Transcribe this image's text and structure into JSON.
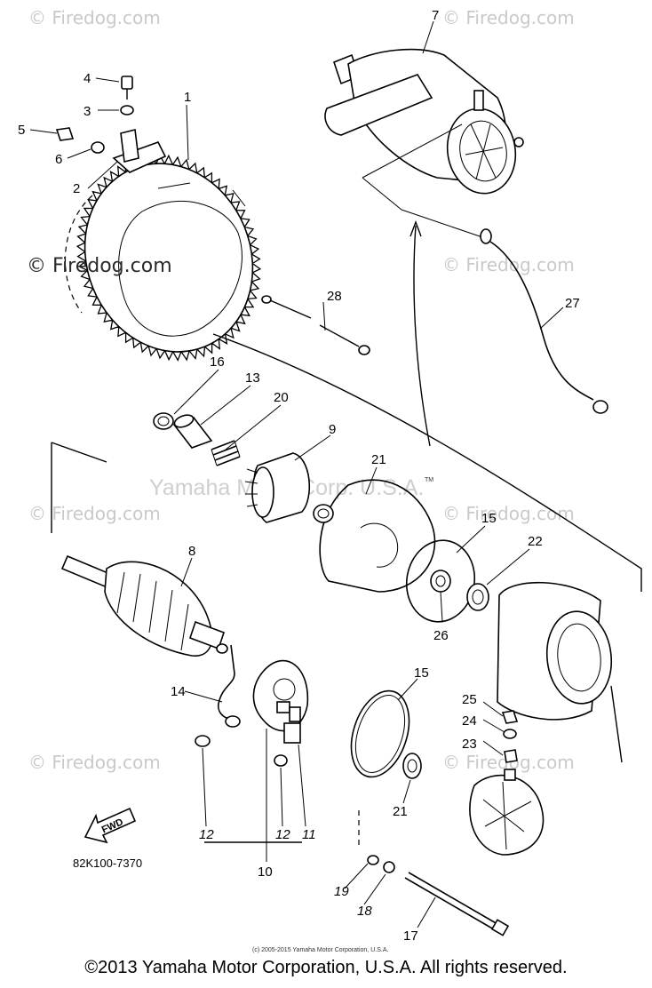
{
  "watermarks": {
    "firedog": "© Firedog.com",
    "firedog_dark": "© Firedog.com",
    "yamaha": "Yamaha Motor Corp. U.S.A.",
    "tm": "TM"
  },
  "diagram": {
    "code": "82K100-7370",
    "fwd_label": "FWD",
    "small_copyright": "(c) 2005-2015 Yamaha Motor Corporation, U.S.A.",
    "callouts": {
      "c1": "1",
      "c2": "2",
      "c3": "3",
      "c4": "4",
      "c5": "5",
      "c6": "6",
      "c7": "7",
      "c8": "8",
      "c9": "9",
      "c10": "10",
      "c11": "11",
      "c12a": "12",
      "c12b": "12",
      "c13": "13",
      "c14": "14",
      "c15a": "15",
      "c15b": "15",
      "c16": "16",
      "c17": "17",
      "c18": "18",
      "c19": "19",
      "c20": "20",
      "c21a": "21",
      "c21b": "21",
      "c22": "22",
      "c23": "23",
      "c24": "24",
      "c25": "25",
      "c26": "26",
      "c27": "27",
      "c28": "28"
    }
  },
  "footer": {
    "copyright": "©2013 Yamaha Motor Corporation, U.S.A. All rights reserved."
  }
}
